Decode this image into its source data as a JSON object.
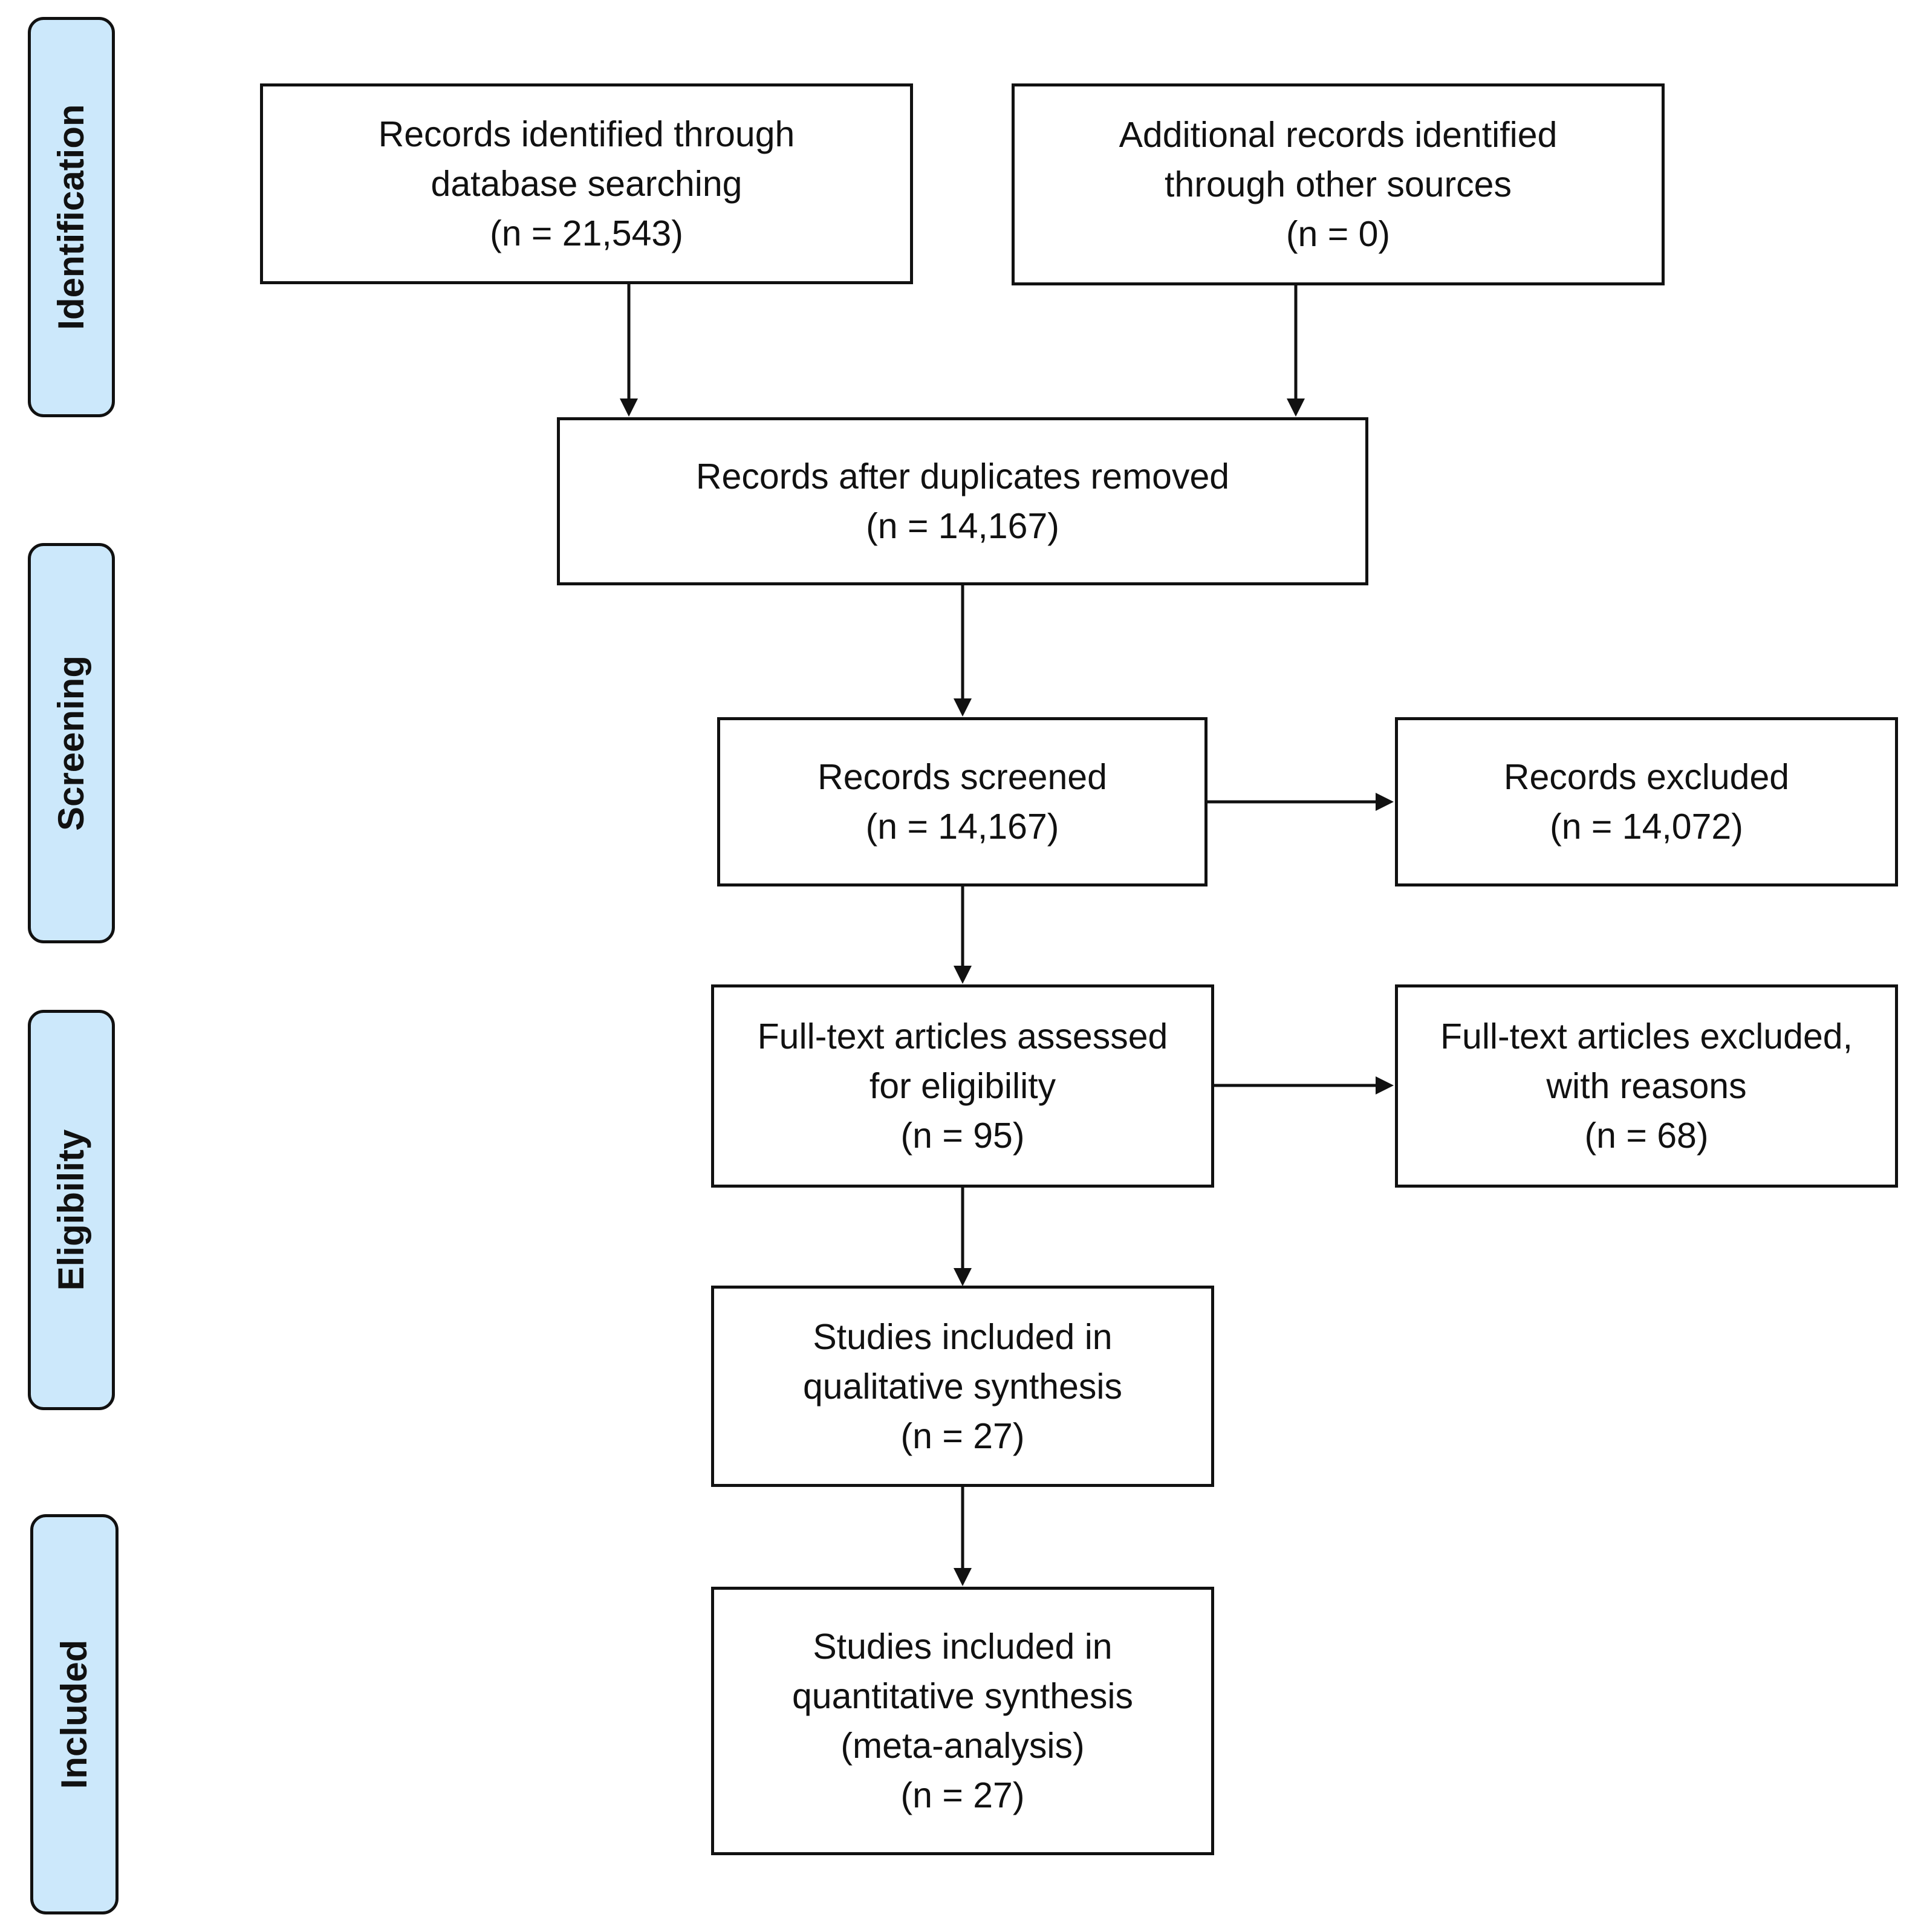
{
  "phases": {
    "identification": "Identification",
    "screening": "Screening",
    "eligibility": "Eligibility",
    "included": "Included"
  },
  "boxes": {
    "database_search": {
      "lines": [
        "Records identified through",
        "database searching",
        "(n = 21,543)"
      ]
    },
    "other_sources": {
      "lines": [
        "Additional records identified",
        "through other sources",
        "(n = 0)"
      ]
    },
    "after_duplicates": {
      "lines": [
        "Records after duplicates removed",
        "(n = 14,167)"
      ]
    },
    "screened": {
      "lines": [
        "Records screened",
        "(n = 14,167)"
      ]
    },
    "excluded": {
      "lines": [
        "Records excluded",
        "(n = 14,072)"
      ]
    },
    "fulltext_assessed": {
      "lines": [
        "Full-text articles assessed",
        "for eligibility",
        "(n = 95)"
      ]
    },
    "fulltext_excluded": {
      "lines": [
        "Full-text articles excluded,",
        "with reasons",
        "(n = 68)"
      ]
    },
    "qualitative": {
      "lines": [
        "Studies included in",
        "qualitative synthesis",
        "(n = 27)"
      ]
    },
    "quantitative": {
      "lines": [
        "Studies included in",
        "quantitative synthesis",
        "(meta-analysis)",
        "(n = 27)"
      ]
    }
  }
}
